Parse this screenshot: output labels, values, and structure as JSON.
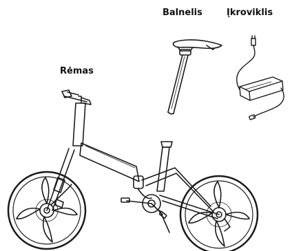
{
  "labels": {
    "frame": "Rėmas",
    "saddle": "Balnelis",
    "charger": "Įkroviklis"
  },
  "colors": {
    "line": "#1a1a1a",
    "background": "#ffffff"
  },
  "icons": [
    "folding-bike-icon",
    "saddle-seatpost-icon",
    "charger-adapter-icon"
  ]
}
